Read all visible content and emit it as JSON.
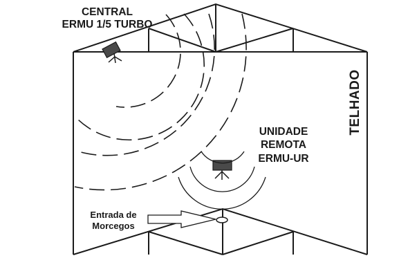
{
  "labels": {
    "central": [
      "CENTRAL",
      "ERMU 1/5 TURBO"
    ],
    "remote_unit": [
      "UNIDADE",
      "REMOTA",
      "ERMU-UR"
    ],
    "entrance": [
      "Entrada de",
      "Morcegos"
    ],
    "roof": "TELHADO"
  },
  "colors": {
    "line": "#1a1a1a",
    "device": "#4a4a4a",
    "background": "#ffffff"
  },
  "icons": [
    "central-device-icon",
    "remote-unit-icon",
    "bat-entrance-icon",
    "arrow-icon"
  ]
}
